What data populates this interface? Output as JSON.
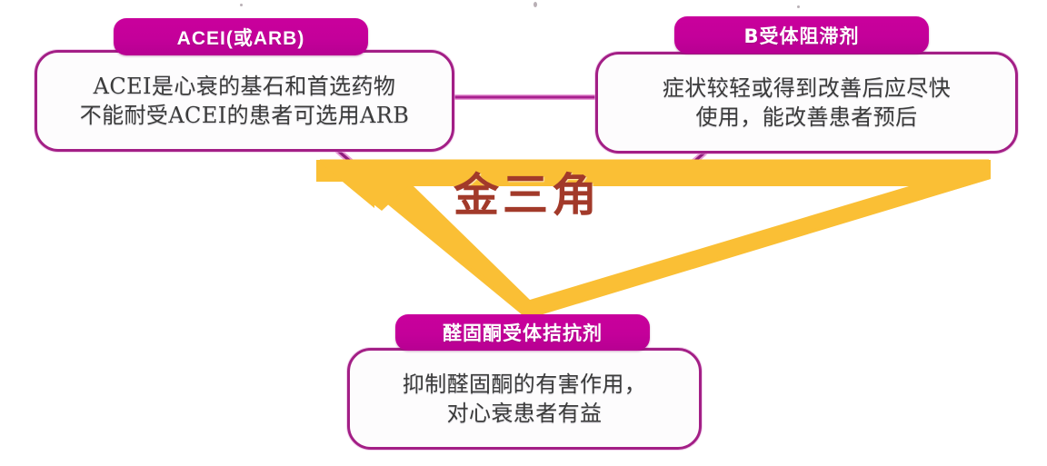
{
  "diagram": {
    "title_label": "金三角",
    "title_color": "#a23a2a",
    "accent_magenta": "#c4009a",
    "border_purple": "#a31f86",
    "arrow_orange": "#fabf35",
    "background": "#ffffff",
    "arrow": {
      "name": "downward-chevron-arrow",
      "direction": "down",
      "color": "#fabf35"
    },
    "nodes": [
      {
        "id": "acei",
        "badge": "ACEI(或ARB)",
        "lines": [
          "ACEI是心衰的基石和首选药物",
          "不能耐受ACEI的患者可选用ARB"
        ]
      },
      {
        "id": "beta-blocker",
        "badge": "B受体阻滞剂",
        "lines": [
          "症状较轻或得到改善后应尽快",
          "使用，能改善患者预后"
        ]
      },
      {
        "id": "aldosterone",
        "badge": "醛固酮受体拮抗剂",
        "lines": [
          "抑制醛固酮的有害作用，",
          "对心衰患者有益"
        ]
      }
    ]
  }
}
